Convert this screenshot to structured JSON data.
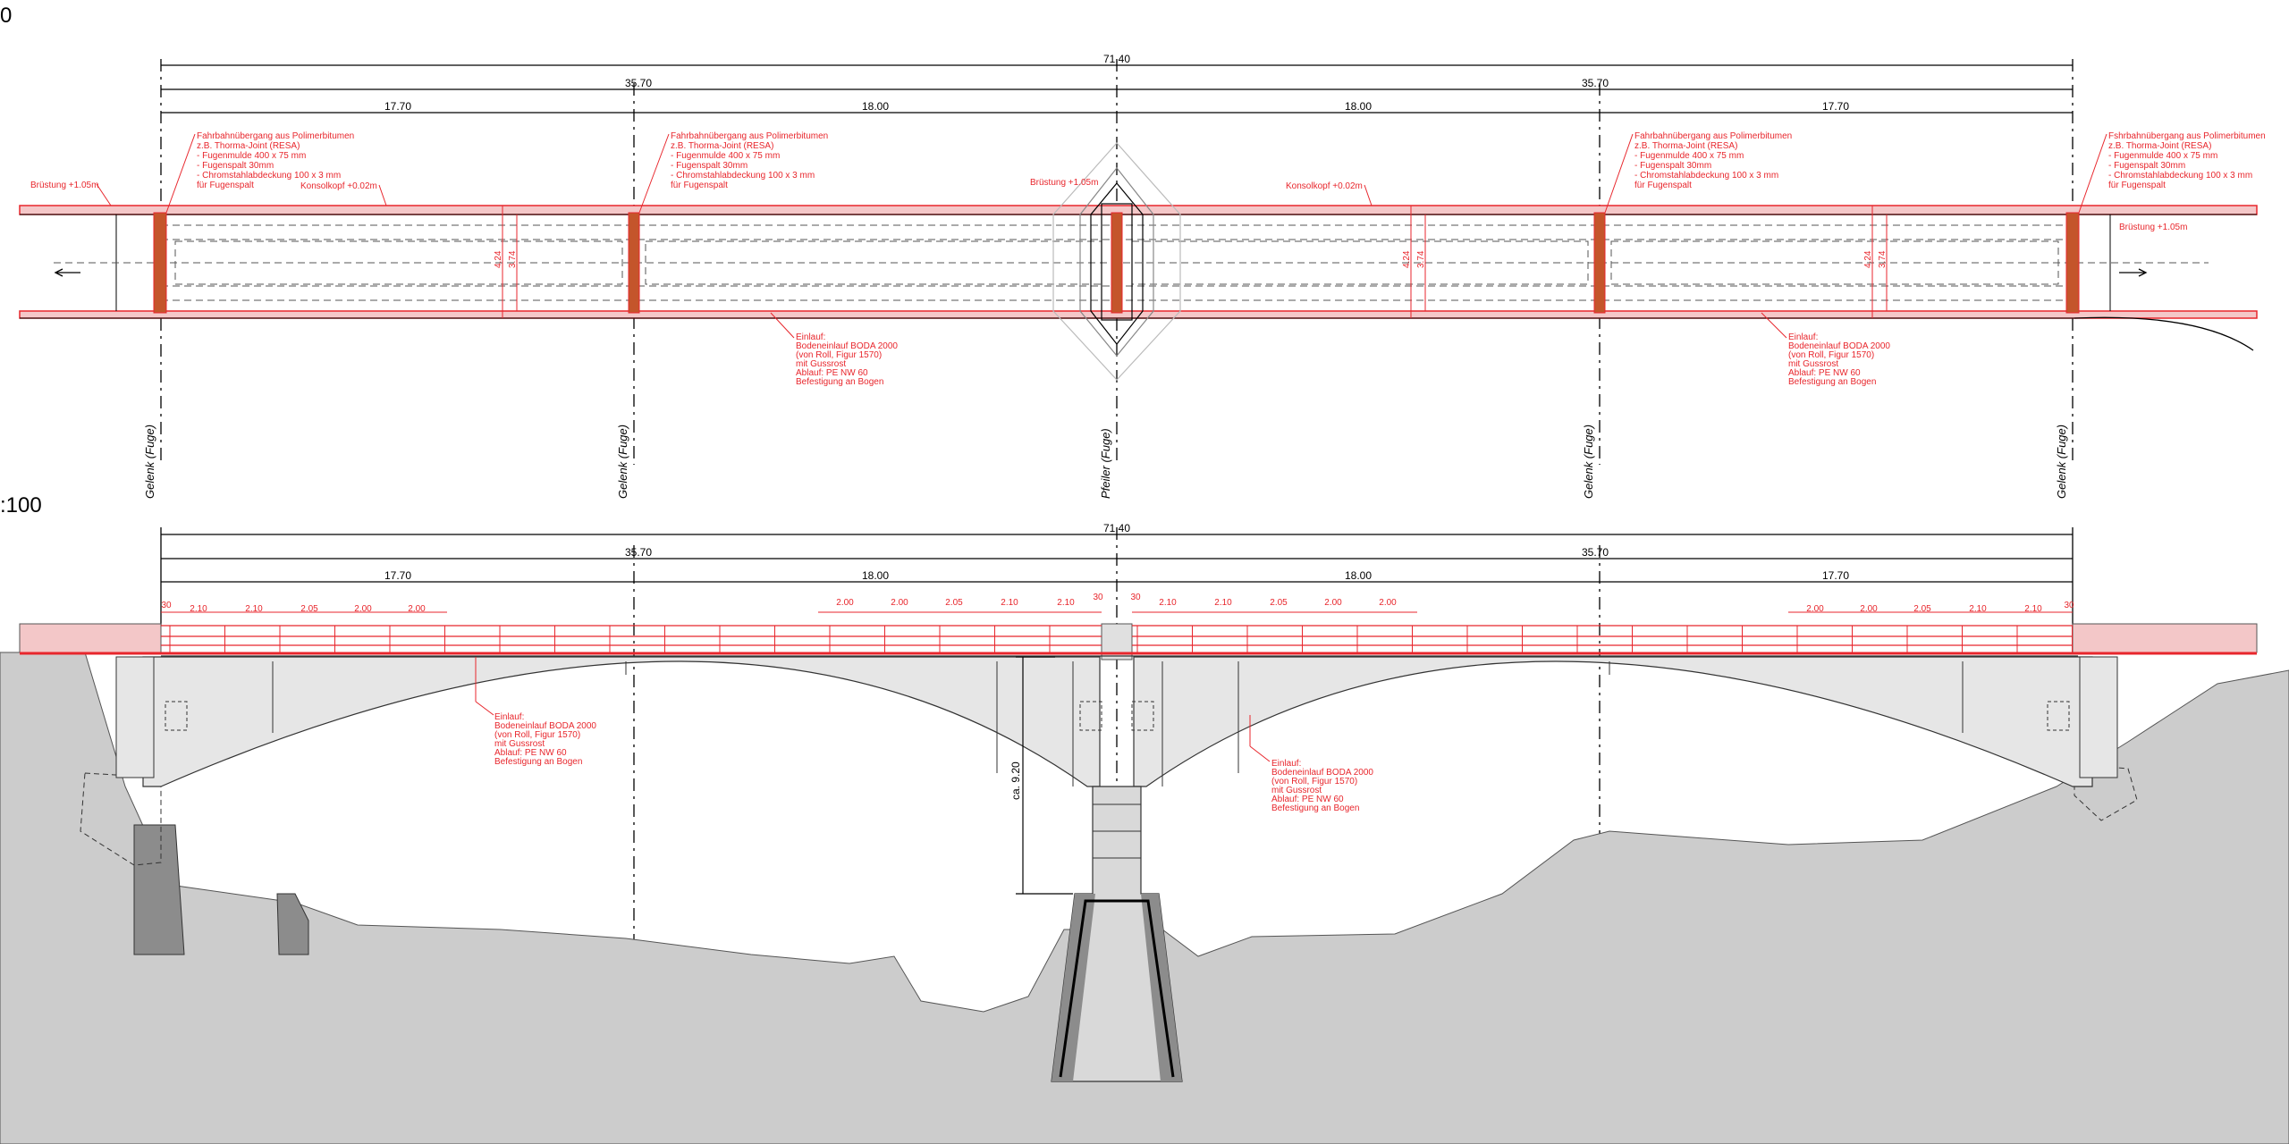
{
  "corner_labels": {
    "top": "0",
    "mid": ":100"
  },
  "dims": {
    "total": "71.40",
    "half_left": "35.70",
    "half_right": "35.70",
    "span_a": "17.70",
    "span_b": "18.00",
    "span_c": "18.00",
    "span_d": "17.70"
  },
  "axes": {
    "a1": "Gelenk (Fuge)",
    "a2": "Gelenk (Fuge)",
    "a3": "Pfeiler (Fuge)",
    "a4": "Gelenk (Fuge)",
    "a5": "Gelenk (Fuge)"
  },
  "joint_note": {
    "l1": "Fahrbahnübergang aus Polimerbitumen",
    "l2": "z.B. Thorma-Joint (RESA)",
    "l3": "- Fugenmulde 400 x 75 mm",
    "l4": "- Fugenspalt 30mm",
    "l5": "- Chromstahlabdeckung 100 x 3 mm",
    "l6": "  für Fugenspalt",
    "l1_alt": "Fshrbahnübergang aus Polimerbitumen"
  },
  "plan_labels": {
    "bruestung": "Brüstung +1.05m",
    "konsolkopf": "Konsolkopf +0.02m",
    "w1": "4.24",
    "w2": "3.74"
  },
  "inlet_plan": {
    "l1": "Einlauf:",
    "l2": "Bodeneinlauf BODA 2000",
    "l3": "(von Roll, Figur 1570)",
    "l4": "mit Gussrost",
    "l5": "Ablauf: PE NW 60",
    "l6": "Befestigung an Bogen"
  },
  "inlet_elev": {
    "l1": "Einlauf:",
    "l2": "Bodeneinlauf BODA 2000",
    "l3": "(von Roll, Figur 1570)",
    "l4": "mit Gussrost",
    "l5": "Ablauf: PE NW 60",
    "l6": "Befestigung an Bogen"
  },
  "post_spacing": {
    "edge": "30",
    "v1": "2.10",
    "v2": "2.10",
    "v3": "2.05",
    "v4": "2.00",
    "v5": "2.00"
  },
  "height_label": "ca. 9.20",
  "colors": {
    "red": "#e8262c",
    "joint": "#b5542a",
    "ground": "#cccccc",
    "arch": "#e6e6e6",
    "dark": "#8c8c8c"
  }
}
